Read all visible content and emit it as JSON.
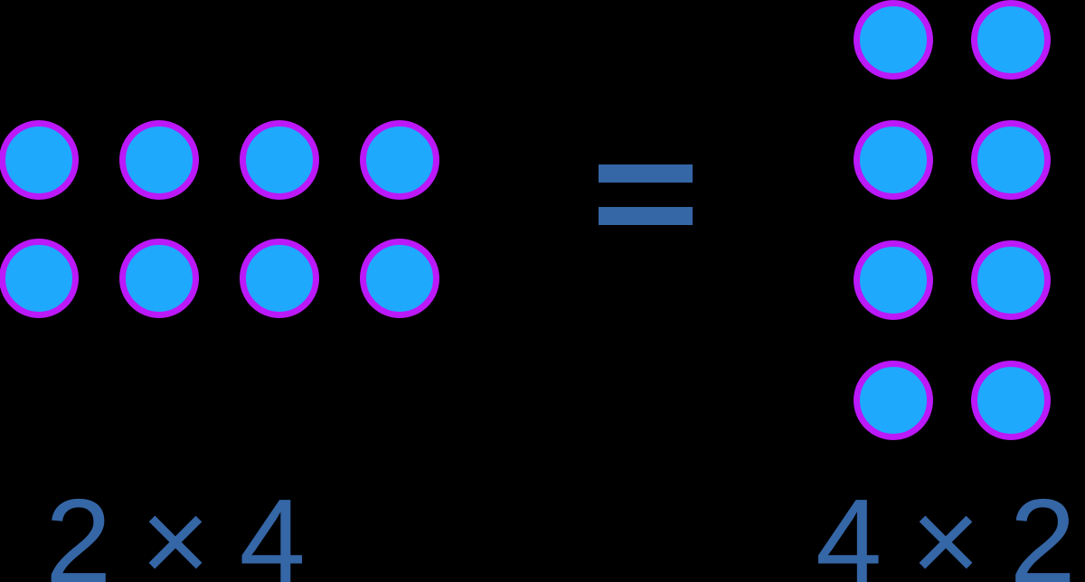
{
  "scene": {
    "background": "#000000",
    "colors": {
      "dot_fill": "#1fa9fc",
      "dot_stroke": "#bb19f9",
      "text_blue": "#3566a6"
    },
    "dot_style": {
      "diameter": 88,
      "stroke_width": 7
    },
    "dot_arrays": [
      {
        "name": "left-array",
        "rows": 2,
        "cols": 4,
        "dot_count": 8,
        "label": "2 × 4"
      },
      {
        "name": "right-array",
        "rows": 4,
        "cols": 2,
        "dot_count": 8,
        "label": "4 × 2"
      }
    ],
    "equation": {
      "left_label": "2 × 4",
      "left_label_parts": [
        "2",
        "×",
        "4"
      ],
      "equals_symbol": "=",
      "right_label": "4 × 2",
      "right_label_parts": [
        "4",
        "×",
        "2"
      ]
    }
  }
}
